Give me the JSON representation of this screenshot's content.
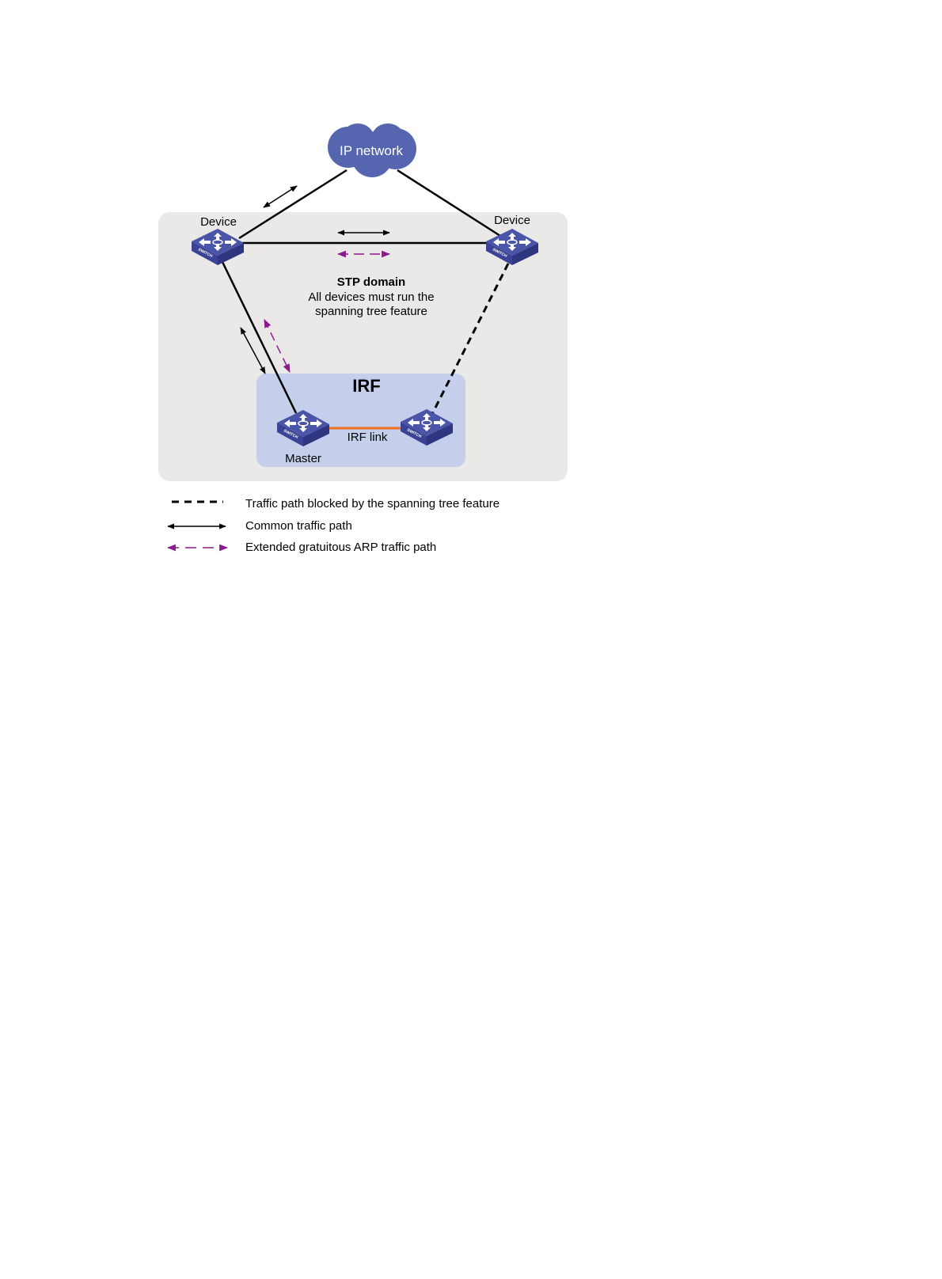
{
  "cloud": {
    "label": "IP network"
  },
  "stp_domain": {
    "title": "STP domain",
    "description_line1": "All devices must run the",
    "description_line2": "spanning tree feature"
  },
  "irf": {
    "title": "IRF",
    "link_label": "IRF link"
  },
  "devices": {
    "left_label": "Device",
    "right_label": "Device",
    "master_label": "Master",
    "switch_text": "SWITCH"
  },
  "legend": {
    "blocked": "Traffic path blocked by the spanning tree feature",
    "common": "Common traffic path",
    "arp": "Extended gratuitous ARP traffic path"
  },
  "colors": {
    "stp_domain_bg": "#ebe9e8",
    "irf_bg": "#c5cfec",
    "cloud": "#5565b0",
    "switch_top": "#4a55a8",
    "switch_side": "#2e3680",
    "irf_link": "#f07020",
    "arp_arrow": "#8b1a8b",
    "line": "#000000"
  },
  "icons": {
    "switch": "switch-icon",
    "cloud": "cloud-icon"
  }
}
